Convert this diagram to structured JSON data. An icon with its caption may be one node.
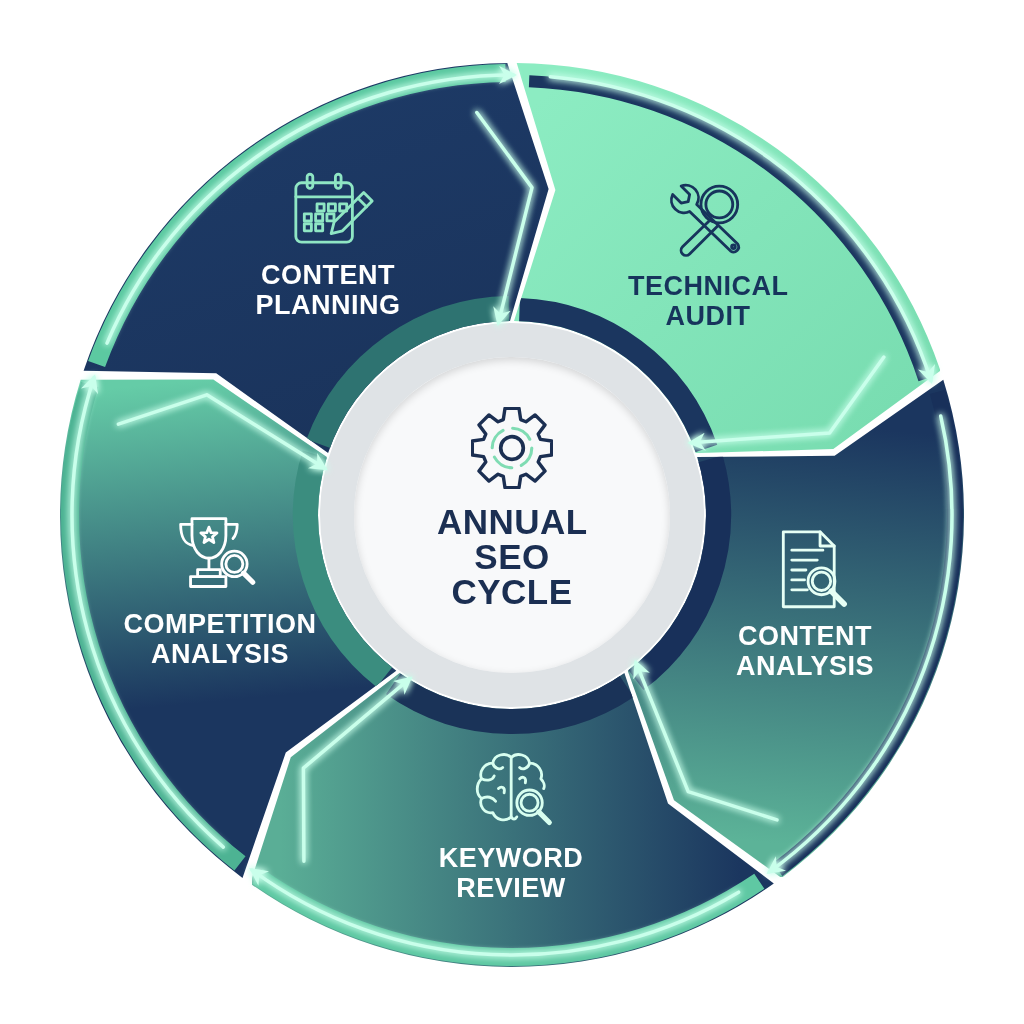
{
  "diagram": {
    "nodes": [
      {
        "text": [
          "ANNUAL SEO CYCLE"
        ]
      },
      {
        "text": [
          "CONTENT PLANNING"
        ]
      },
      {
        "text": [
          "TECHNICAL AUDIT"
        ]
      },
      {
        "text": [
          "CONTENT ANALYSIS"
        ]
      },
      {
        "text": [
          "KEYWORD REVIEW"
        ]
      },
      {
        "text": [
          "COMPETITION ANALYSIS"
        ]
      }
    ],
    "edges": [
      {
        "from": 1,
        "to": 2,
        "arrow": "to"
      },
      {
        "from": 2,
        "to": 3,
        "arrow": "to"
      },
      {
        "from": 3,
        "to": 4,
        "arrow": "to"
      },
      {
        "from": 4,
        "to": 5,
        "arrow": "to"
      },
      {
        "from": 5,
        "to": 1,
        "arrow": "to"
      },
      {
        "from": 1,
        "to": 0,
        "arrow": "to"
      },
      {
        "from": 2,
        "to": 0,
        "arrow": "to"
      },
      {
        "from": 3,
        "to": 0,
        "arrow": "to"
      },
      {
        "from": 4,
        "to": 0,
        "arrow": "to"
      },
      {
        "from": 5,
        "to": 0,
        "arrow": "to"
      }
    ]
  }
}
